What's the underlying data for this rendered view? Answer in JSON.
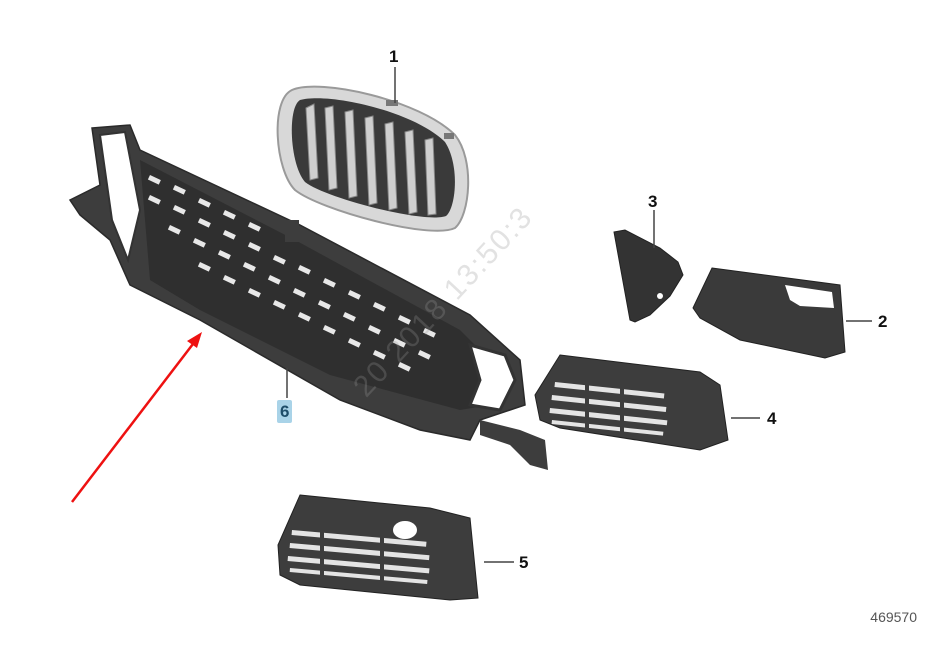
{
  "diagram": {
    "type": "exploded-parts-diagram",
    "document_number": "469570",
    "watermark_text": "20 2018 13:50:3",
    "callouts": [
      {
        "id": "1",
        "label": "1",
        "part": "kidney-grille"
      },
      {
        "id": "2",
        "label": "2",
        "part": "fog-light-cover-closed"
      },
      {
        "id": "3",
        "label": "3",
        "part": "corner-trim"
      },
      {
        "id": "4",
        "label": "4",
        "part": "side-grille-right"
      },
      {
        "id": "5",
        "label": "5",
        "part": "side-grille-with-opening"
      },
      {
        "id": "6",
        "label": "6",
        "part": "lower-center-grille",
        "highlighted": true
      }
    ],
    "colors": {
      "part_dark": "#3a3a3a",
      "part_mid": "#555555",
      "chrome": "#c8c8c8",
      "highlight": "#a9d3e8",
      "arrow": "#ee1111",
      "leader": "#444444"
    },
    "annotation": {
      "type": "red-arrow",
      "points_to": "6"
    }
  }
}
